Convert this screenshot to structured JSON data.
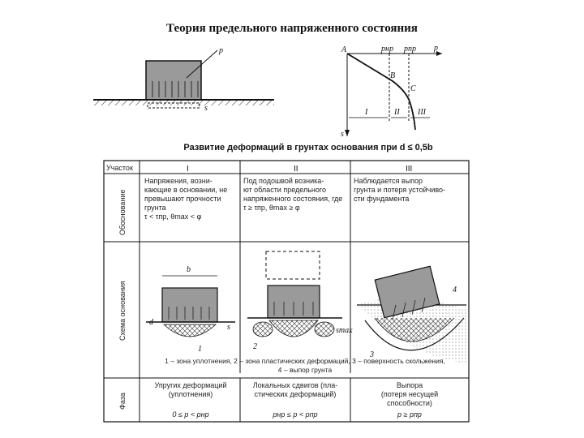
{
  "title": "Теория предельного напряженного состояния",
  "top_left": {
    "p": "p",
    "s": "s"
  },
  "graph": {
    "A": "A",
    "p_axis": "p",
    "s_axis": "s",
    "p_tick1": "pнр",
    "p_tick2": "pпр",
    "B": "B",
    "C": "C",
    "zone1": "I",
    "zone2": "II",
    "zone3": "III"
  },
  "table": {
    "heading": "Развитие деформаций в грунтах основания при d ≤ 0,5b",
    "col_header_label": "Участок",
    "col_headers": [
      "I",
      "II",
      "III"
    ],
    "row_labels": [
      "Обоснование",
      "Схема основания",
      "Фаза"
    ],
    "reasons": [
      "Напряжения, возни-\nкающие в основании, не\nпревышают прочности\nгрунта\nτ < τпр, θmax < φ",
      "Под подошвой возника-\nют области предельного\nнапряженного состояния, где\nτ ≥ τпр, θmax ≥ φ",
      "Наблюдается выпор\nгрунта и потеря устойчиво-\nсти фундамента"
    ],
    "scheme_labels": {
      "b": "b",
      "d": "d",
      "s": "s",
      "smax": "smax",
      "n1": "1",
      "n2": "2",
      "n3": "3",
      "n4": "4"
    },
    "legend": "1 – зона уплотнения, 2 – зона пластических деформаций, 3 – поверхность скольжения,\n4 – выпор грунта",
    "phases": [
      "Упругих деформаций\n(уплотнения)",
      "Локальных сдвигов (пла-\nстических деформаций)",
      "Выпора\n(потеря несущей\nспособности)"
    ],
    "phase_conditions": [
      "0 ≤ p < pнр",
      "pнр ≤ p < pпр",
      "p ≥ pпр"
    ]
  }
}
